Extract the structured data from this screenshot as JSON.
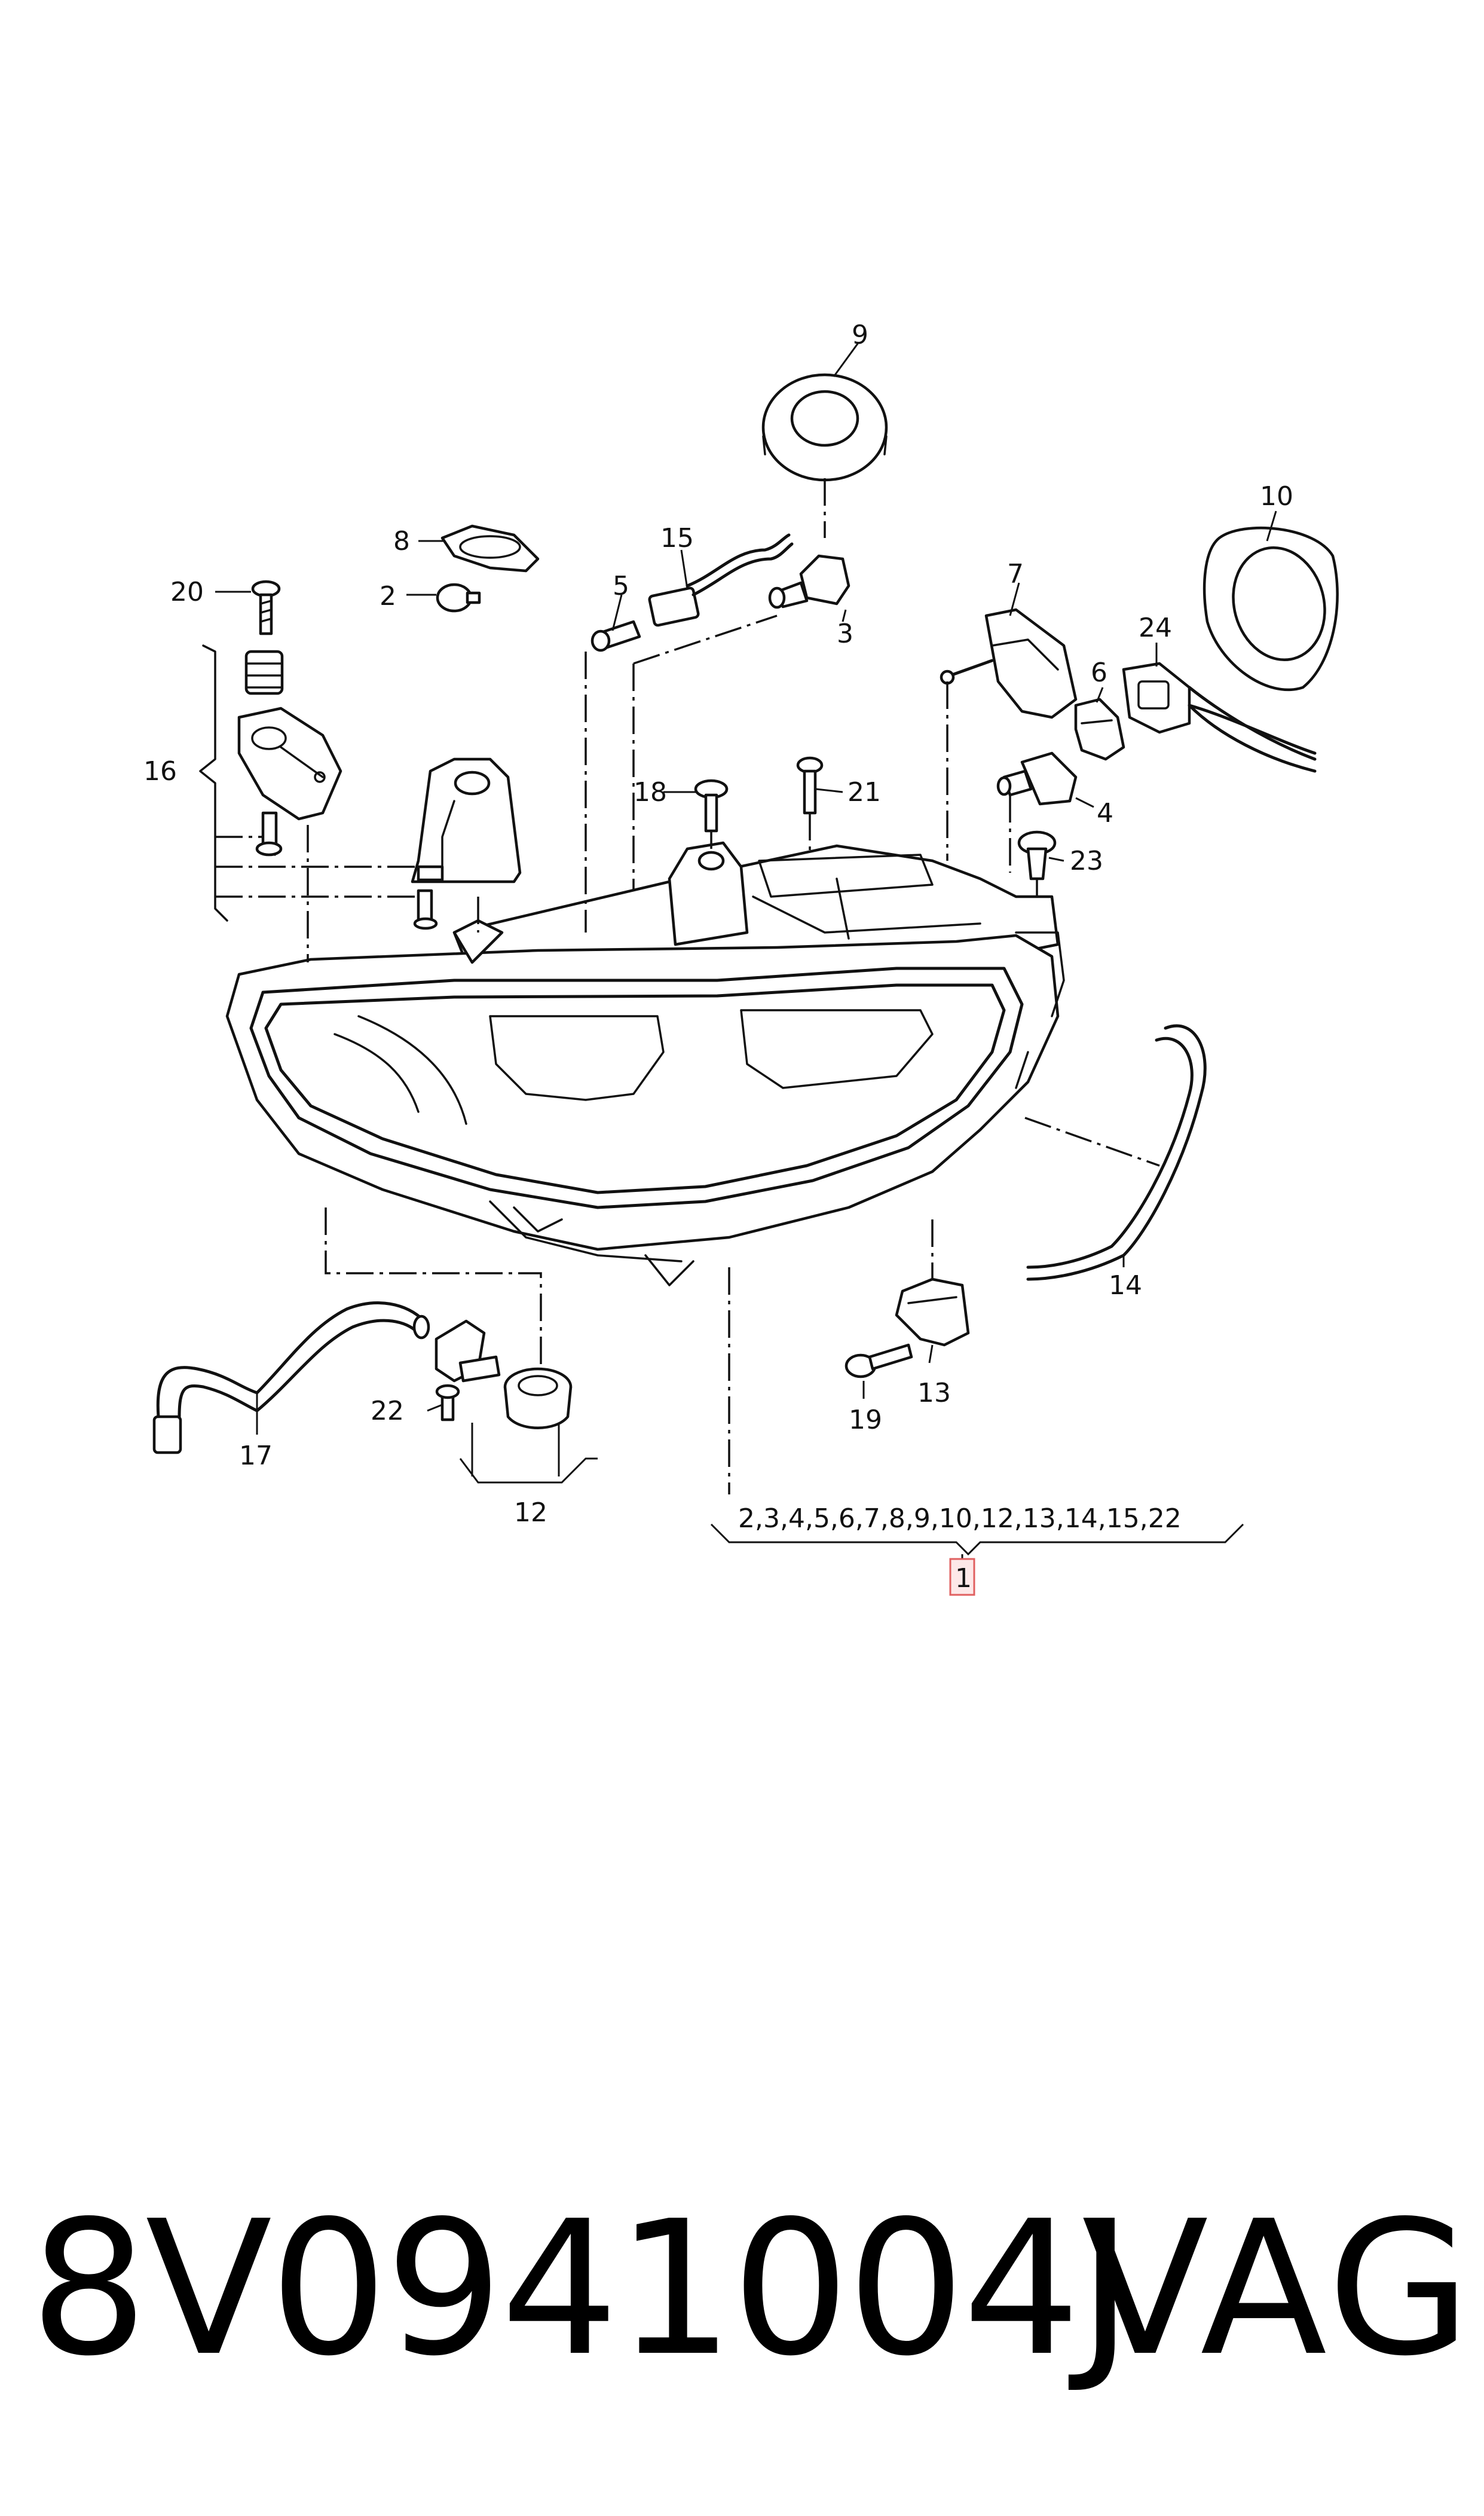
{
  "callouts": {
    "c1": "1",
    "c2": "2",
    "c3": "3",
    "c4": "4",
    "c5": "5",
    "c6": "6",
    "c7": "7",
    "c8": "8",
    "c9": "9",
    "c10": "10",
    "c12": "12",
    "c13": "13",
    "c14": "14",
    "c15": "15",
    "c16": "16",
    "c17": "17",
    "c18": "18",
    "c19": "19",
    "c20": "20",
    "c21": "21",
    "c22": "22",
    "c23": "23",
    "c24": "24"
  },
  "assembly_list": "2,3,4,5,6,7,8,9,10,12,13,14,15,22",
  "footer": {
    "part_number": "8V0941004J",
    "brand": "VAG"
  },
  "colors": {
    "line": "#111111",
    "highlight_box": "#e06060",
    "highlight_fill": "#fde8e8"
  }
}
